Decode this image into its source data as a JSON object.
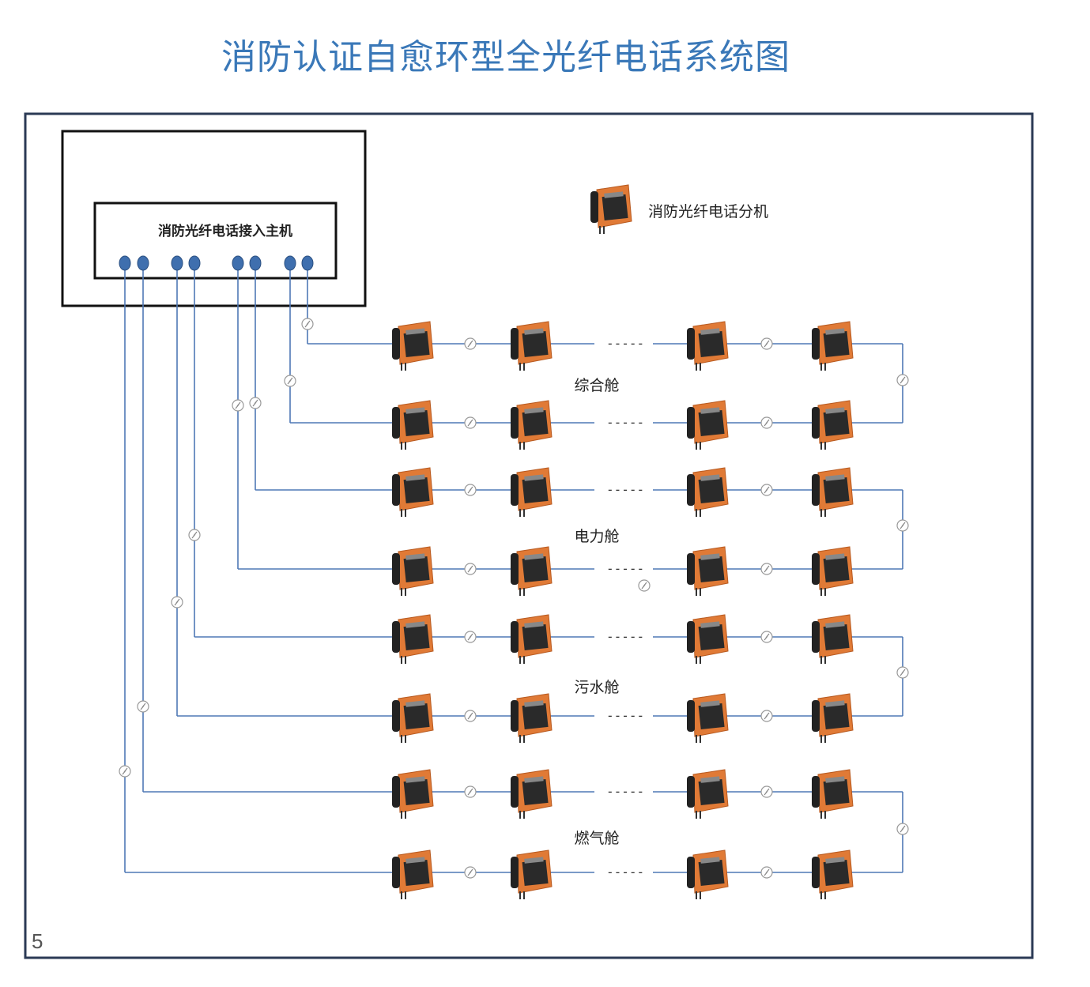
{
  "title": "消防认证自愈环型全光纤电话系统图",
  "host": {
    "label": "消防光纤电话接入主机",
    "port_count": 8
  },
  "legend": {
    "icon": "fiber-phone-extension-icon",
    "label": "消防光纤电话分机"
  },
  "zones": [
    {
      "label": "综合舱"
    },
    {
      "label": "电力舱"
    },
    {
      "label": "污水舱"
    },
    {
      "label": "燃气舱"
    }
  ],
  "ellipsis": "-----",
  "page_number": "5",
  "colors": {
    "title": "#3a78b8",
    "line": "#4f78b5",
    "port": "#3f6fae",
    "phone": "#e07a36"
  }
}
